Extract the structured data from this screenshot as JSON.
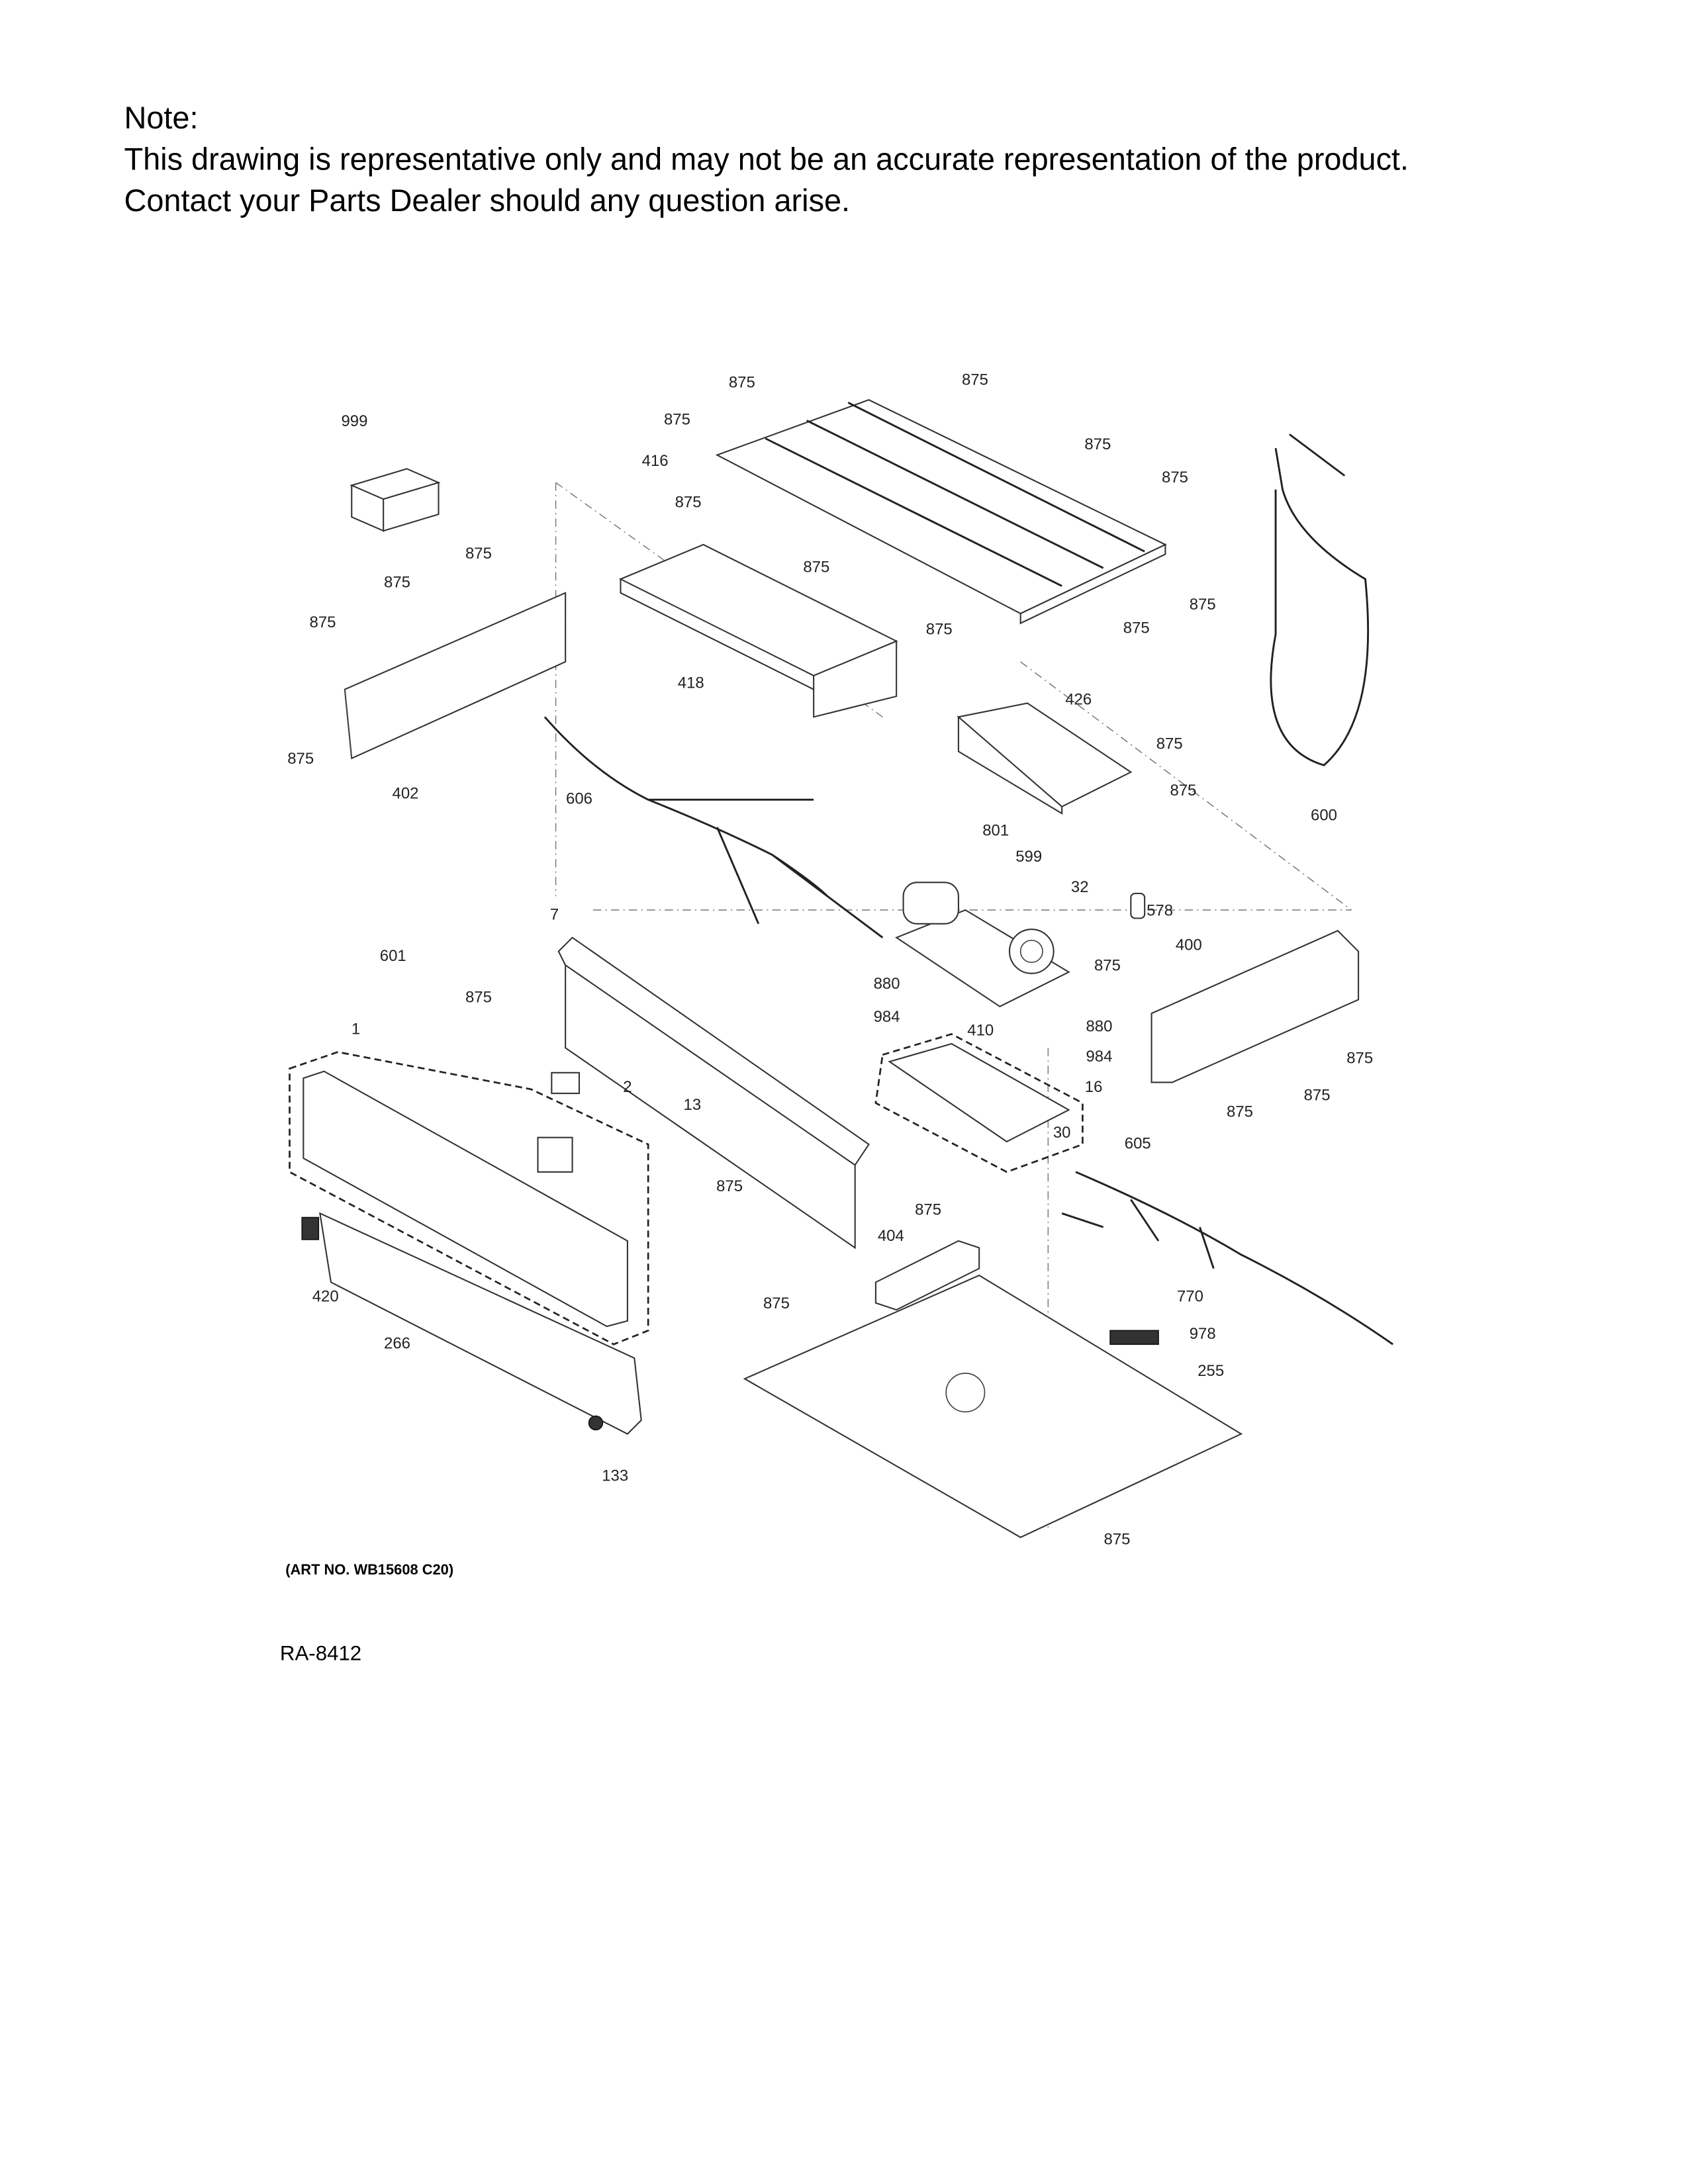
{
  "note": {
    "heading": "Note:",
    "line1": "This drawing is representative only and may not be an accurate representation of the product.",
    "line2": "Contact your Parts Dealer should any question arise."
  },
  "callouts": [
    "875",
    "875",
    "875",
    "416",
    "875",
    "875",
    "999",
    "875",
    "875",
    "875",
    "875",
    "875",
    "875",
    "875",
    "875",
    "418",
    "426",
    "875",
    "875",
    "402",
    "606",
    "875",
    "600",
    "801",
    "599",
    "32",
    "578",
    "7",
    "400",
    "601",
    "875",
    "875",
    "880",
    "1",
    "984",
    "410",
    "880",
    "984",
    "875",
    "2",
    "16",
    "875",
    "875",
    "13",
    "30",
    "605",
    "875",
    "875",
    "404",
    "420",
    "875",
    "770",
    "978",
    "266",
    "255",
    "133",
    "875"
  ],
  "art_number": "(ART NO. WB15608 C20)",
  "drawing_id": "RA-8412"
}
